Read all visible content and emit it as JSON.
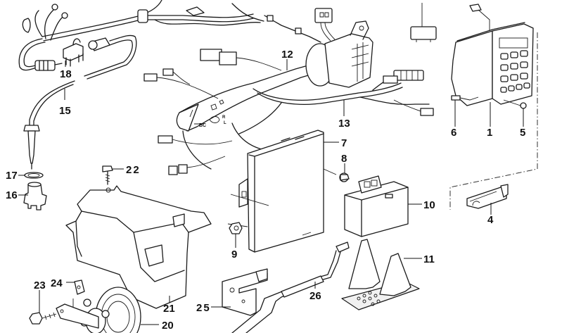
{
  "diagram": {
    "title": "Exploded parts diagram — switches, control units and wiring",
    "callouts": [
      {
        "id": "1",
        "label": "1",
        "part": "control panel / keypad unit"
      },
      {
        "id": "4",
        "label": "4",
        "part": "clip"
      },
      {
        "id": "5",
        "label": "5",
        "part": "screw"
      },
      {
        "id": "6",
        "label": "6",
        "part": "screw"
      },
      {
        "id": "7",
        "label": "7",
        "part": "control unit"
      },
      {
        "id": "8",
        "label": "8",
        "part": "screw"
      },
      {
        "id": "9",
        "label": "9",
        "part": "nut"
      },
      {
        "id": "10",
        "label": "10",
        "part": "relay"
      },
      {
        "id": "11",
        "label": "11",
        "part": "bracket"
      },
      {
        "id": "12",
        "label": "12",
        "part": "steering column switch"
      },
      {
        "id": "13",
        "label": "13",
        "part": "wiring harness"
      },
      {
        "id": "15",
        "label": "15",
        "part": "cable"
      },
      {
        "id": "16",
        "label": "16",
        "part": "socket"
      },
      {
        "id": "17",
        "label": "17",
        "part": "ring"
      },
      {
        "id": "18",
        "label": "18",
        "part": "holder"
      },
      {
        "id": "20",
        "label": "20",
        "part": "horn"
      },
      {
        "id": "21",
        "label": "21",
        "part": "bracket"
      },
      {
        "id": "22",
        "label": "22",
        "part": "screw"
      },
      {
        "id": "23",
        "label": "23",
        "part": "screw"
      },
      {
        "id": "24",
        "label": "24",
        "part": "clip nut"
      },
      {
        "id": "25",
        "label": "25",
        "part": "bracket"
      },
      {
        "id": "26",
        "label": "26",
        "part": "cable"
      }
    ],
    "switch_markings": {
      "bc": "BC",
      "r": "R",
      "l": "L"
    }
  }
}
